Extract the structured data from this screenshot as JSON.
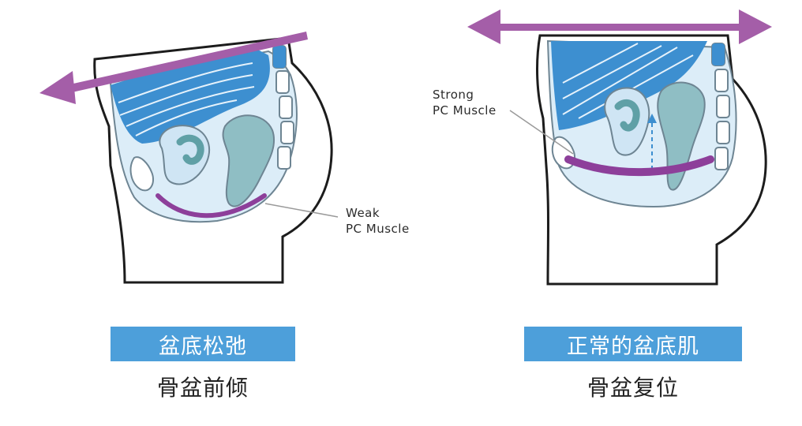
{
  "left": {
    "callout_line1": "Weak",
    "callout_line2": "PC Muscle",
    "banner": "盆底松弛",
    "caption": "骨盆前倾"
  },
  "right": {
    "callout_line1": "Strong",
    "callout_line2": "PC Muscle",
    "banner": "正常的盆底肌",
    "caption": "骨盆复位"
  },
  "colors": {
    "arrow": "#a45ea8",
    "muscle": "#8d3f9a",
    "banner": "#4d9fda",
    "organ_fill": "#dcedf8",
    "abdomen_fill": "#3d8fd0",
    "outline": "#1c1c1c"
  },
  "icons": {
    "tilt_arrow": "double-headed-arrow-icon"
  }
}
